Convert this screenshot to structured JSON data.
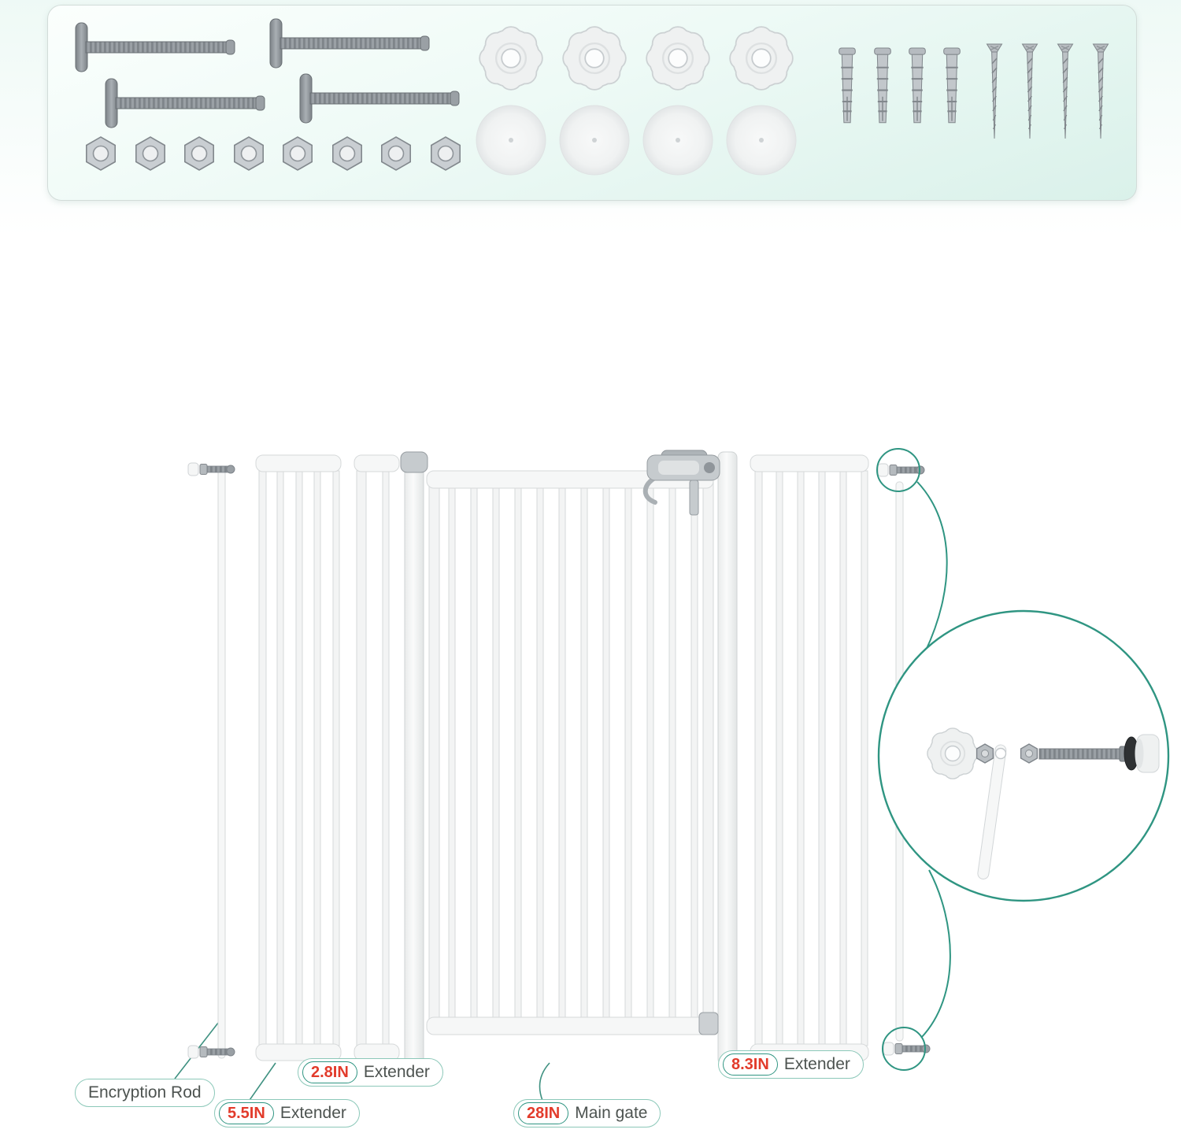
{
  "colors": {
    "accent_teal": "#2f9582",
    "badge_red": "#e23b2b",
    "panel_tint": "#daf1ea",
    "metal_gray": "#9aa0a5",
    "gate_white": "#f5f6f6"
  },
  "hardware_panel": {
    "items": [
      {
        "id": "t-handle-threaded-rod",
        "count": 4
      },
      {
        "id": "hex-nut",
        "count": 8
      },
      {
        "id": "flower-knob",
        "count": 4
      },
      {
        "id": "wall-protection-cup",
        "count": 4
      },
      {
        "id": "wall-anchor",
        "count": 4
      },
      {
        "id": "mounting-screw",
        "count": 4
      }
    ]
  },
  "labels": {
    "encryption_rod": {
      "text": "Encryption Rod"
    },
    "extender_55": {
      "size": "5.5IN",
      "text": "Extender"
    },
    "extender_28": {
      "size": "2.8IN",
      "text": "Extender"
    },
    "main_gate": {
      "size": "28IN",
      "text": "Main gate"
    },
    "extender_83": {
      "size": "8.3IN",
      "text": "Extender"
    }
  }
}
